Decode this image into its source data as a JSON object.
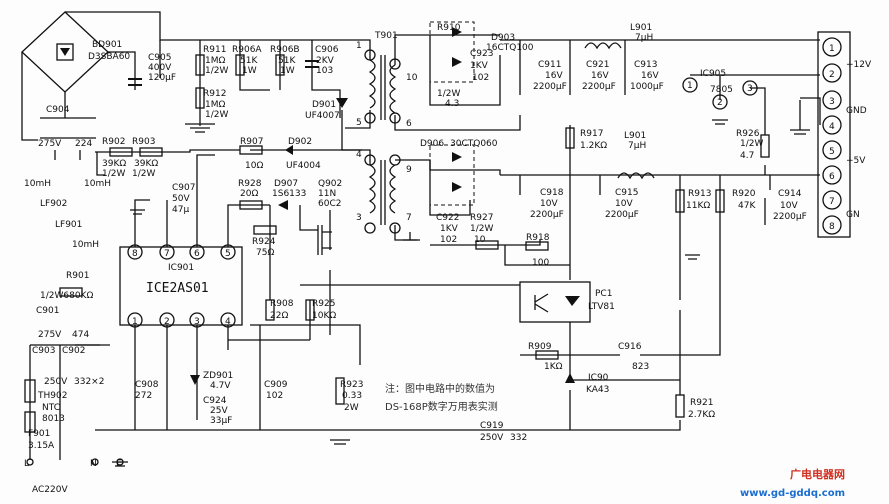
{
  "labels": [
    "BD901",
    "D3SBA60",
    "C905",
    "400V",
    "120μF",
    "R911",
    "1MΩ",
    "1/2W",
    "R912",
    "1MΩ",
    "1/2W",
    "R906A",
    "51K",
    "1W",
    "R906B",
    "51K",
    "1W",
    "C906",
    "2KV",
    "103",
    "T901",
    "D901",
    "UF4007",
    "C904",
    "275V",
    "224",
    "R902",
    "R903",
    "39KΩ",
    "39KΩ",
    "1/2W",
    "1/2W",
    "R907",
    "10Ω",
    "D902",
    "UF4004",
    "10mH",
    "10mH",
    "LF902",
    "LF901",
    "10mH",
    "C907",
    "50V",
    "47μ",
    "R928",
    "20Ω",
    "D907",
    "1S6133",
    "Q902",
    "11N",
    "60C2",
    "R924",
    "75Ω",
    "IC901",
    "ICE2AS01",
    "R901",
    "1/2W680KΩ",
    "C901",
    "275V",
    "474",
    "R908",
    "22Ω",
    "R925",
    "10KΩ",
    "C903",
    "C902",
    "250V",
    "332×2",
    "C908",
    "272",
    "ZD901",
    "4.7V",
    "C924",
    "25V",
    "33μF",
    "C909",
    "102",
    "R923",
    "0.33",
    "2W",
    "TH902",
    "NTC",
    "8013",
    "F901",
    "3.15A",
    "L",
    "N",
    "E",
    "AC220V",
    "R910",
    "1/2W",
    "4.3",
    "C923",
    "1KV",
    "102",
    "D903",
    "16CTQ100",
    "C911",
    "16V",
    "2200μF",
    "C921",
    "16V",
    "2200μF",
    "C913",
    "16V",
    "1000μF",
    "L901",
    "7μH",
    "IC905",
    "7805",
    "R917",
    "1.2KΩ",
    "L901",
    "7μH",
    "R926",
    "1/2W",
    "4.7",
    "D906",
    "30CTQ060",
    "C918",
    "10V",
    "2200μF",
    "C915",
    "10V",
    "2200μF",
    "R913",
    "11KΩ",
    "R920",
    "47K",
    "C914",
    "10V",
    "2200μF",
    "C922",
    "1KV",
    "102",
    "R927",
    "1/2W",
    "10",
    "R918",
    "100",
    "PC1",
    "LTV81",
    "R909",
    "1KΩ",
    "C916",
    "823",
    "IC90",
    "KA43",
    "R921",
    "2.7KΩ",
    "C919",
    "250V",
    "332",
    "+12V",
    "GND",
    "+5V",
    "GN"
  ],
  "ic_pins": [
    "8",
    "7",
    "6",
    "5",
    "1",
    "2",
    "3",
    "4"
  ],
  "connector_pins": [
    "1",
    "2",
    "3",
    "4",
    "5",
    "6",
    "7",
    "8"
  ],
  "transformer_pins": [
    "1",
    "5",
    "10",
    "6",
    "4",
    "3",
    "9",
    "7"
  ],
  "regulator_pins": [
    "1",
    "2",
    "3"
  ],
  "note": [
    "注：图中电路中的数值为",
    "DS-168P数字万用表实测"
  ],
  "watermark": {
    "cn": "广电电器网",
    "url": "www.gd-gddq.com"
  }
}
